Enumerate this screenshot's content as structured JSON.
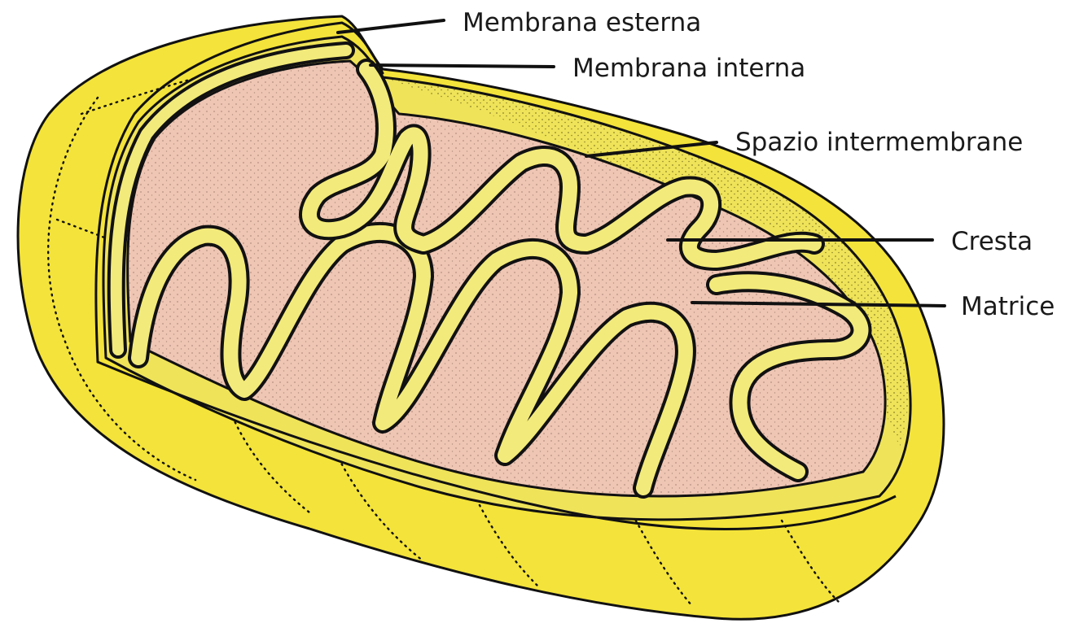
{
  "labels": {
    "outer_membrane": "Membrana esterna",
    "inner_membrane": "Membrana interna",
    "intermembrane_space": "Spazio intermembrane",
    "crista": "Cresta",
    "matrix": "Matrice"
  },
  "colors": {
    "outer_yellow": "#f4e33a",
    "membrane_yellow": "#f2ea7a",
    "matrix_pink": "#efc6b4",
    "outline": "#111111"
  }
}
